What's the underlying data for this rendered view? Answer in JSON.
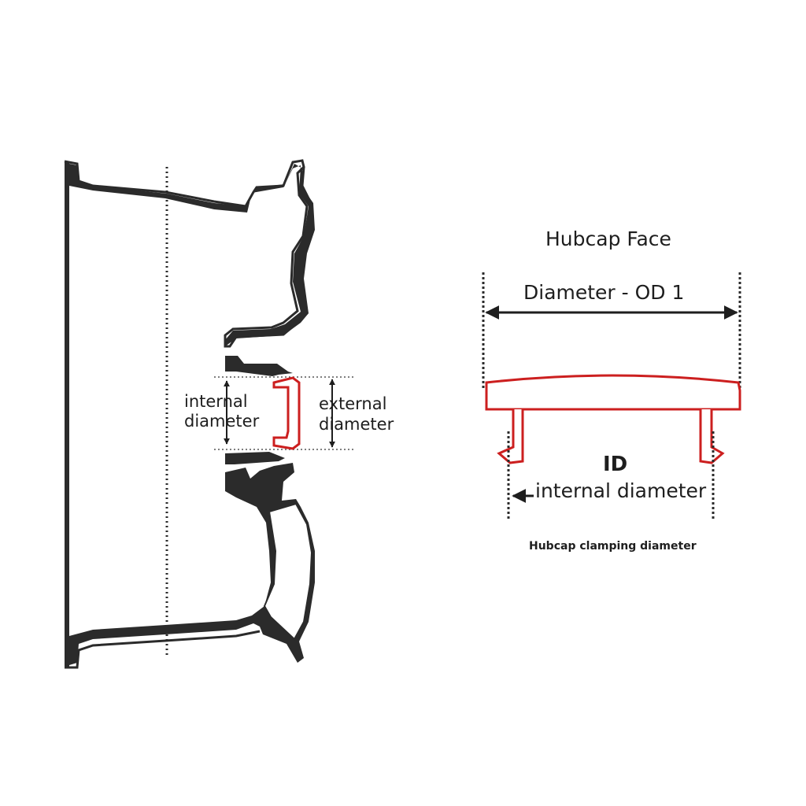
{
  "wheel_diagram": {
    "label_internal": "internal\ndiameter",
    "label_external": "external\ndiameter"
  },
  "hubcap_diagram": {
    "title": "Hubcap Face",
    "od_label": "Diameter - OD 1",
    "id_label": "ID",
    "id_sublabel": "internal diameter",
    "footer": "Hubcap clamping diameter"
  },
  "colors": {
    "ink": "#2b2b2b",
    "cap_red": "#cc1f1f",
    "spoke_fill": "#ffffff"
  }
}
